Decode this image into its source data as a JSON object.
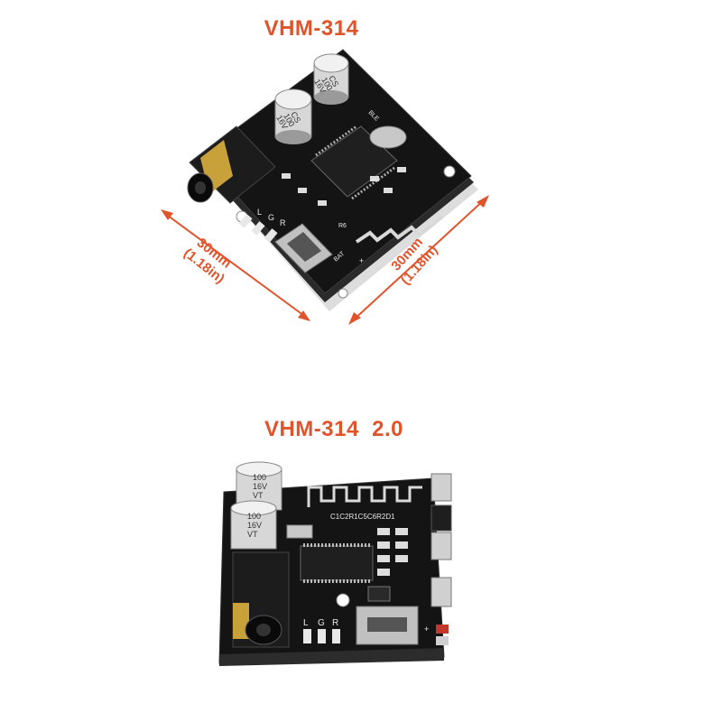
{
  "titles": {
    "top": "VHM-314",
    "bottom": "VHM-314  2.0"
  },
  "dimensions": {
    "left": {
      "size": "30mm",
      "inches": "(1.18in)"
    },
    "right": {
      "size": "30mm",
      "inches": "(1.18in)"
    }
  },
  "board_top": {
    "cap1": {
      "line1": "CS",
      "line2": "100",
      "line3": "16V"
    },
    "cap2": {
      "line1": "CS",
      "line2": "100",
      "line3": "16V"
    },
    "header_labels": {
      "l": "L",
      "g": "G",
      "r": "R"
    },
    "silk": {
      "ble": "BLE",
      "r6": "R6",
      "bat": "BAT",
      "plus": "+"
    }
  },
  "board_bottom": {
    "cap1": {
      "line1": "100",
      "line2": "16V",
      "line3": "VT"
    },
    "cap2": {
      "line1": "100",
      "line2": "16V",
      "line3": "VT"
    },
    "header_labels": {
      "l": "L",
      "g": "G",
      "r": "R"
    },
    "silk": {
      "row": "C1C2R1C5C6R2D1",
      "plus": "+"
    }
  },
  "colors": {
    "accent": "#e0542c",
    "pcb": "#141414",
    "silkscreen": "#e8e8e8",
    "gold": "#c9a13b"
  }
}
